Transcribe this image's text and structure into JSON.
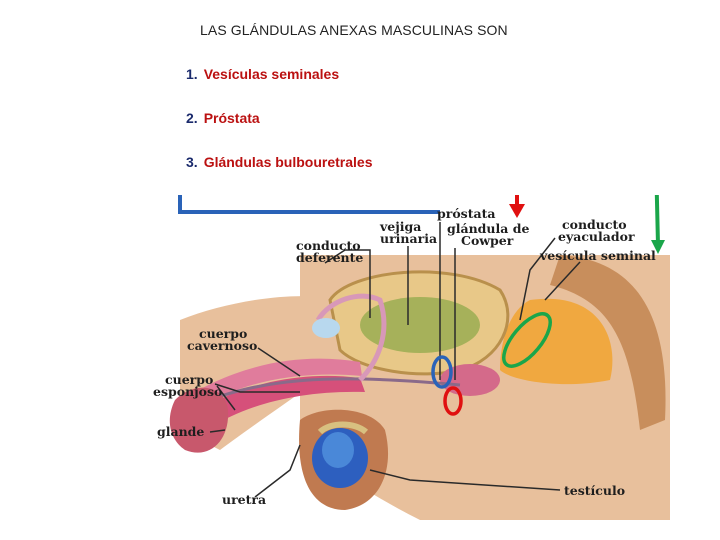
{
  "title": "LAS GLÁNDULAS ANEXAS MASCULINAS SON",
  "list": [
    {
      "number": "1.",
      "text": "Vesículas seminales"
    },
    {
      "number": "2.",
      "text": "Próstata"
    },
    {
      "number": "3.",
      "text": "Glándulas bulbouretrales"
    }
  ],
  "labels": {
    "prostata": "próstata",
    "vejiga_1": "vejiga",
    "vejiga_2": "urinaria",
    "cowper_1": "glándula de",
    "cowper_2": "Cowper",
    "conducto_eyac_1": "conducto",
    "conducto_eyac_2": "eyaculador",
    "conducto_def_1": "conducto",
    "conducto_def_2": "deferente",
    "vesicula": "vesícula seminal",
    "cuerpo_cav_1": "cuerpo",
    "cuerpo_cav_2": "cavernoso",
    "cuerpo_esp_1": "cuerpo",
    "cuerpo_esp_2": "esponjoso",
    "glande": "glande",
    "uretra": "uretra",
    "testiculo": "testículo"
  },
  "colors": {
    "connector_green": "#1aa64a",
    "connector_blue": "#2a63b8",
    "connector_red": "#e01010",
    "item_text": "#b11111",
    "item_number": "#1a2a6c"
  }
}
